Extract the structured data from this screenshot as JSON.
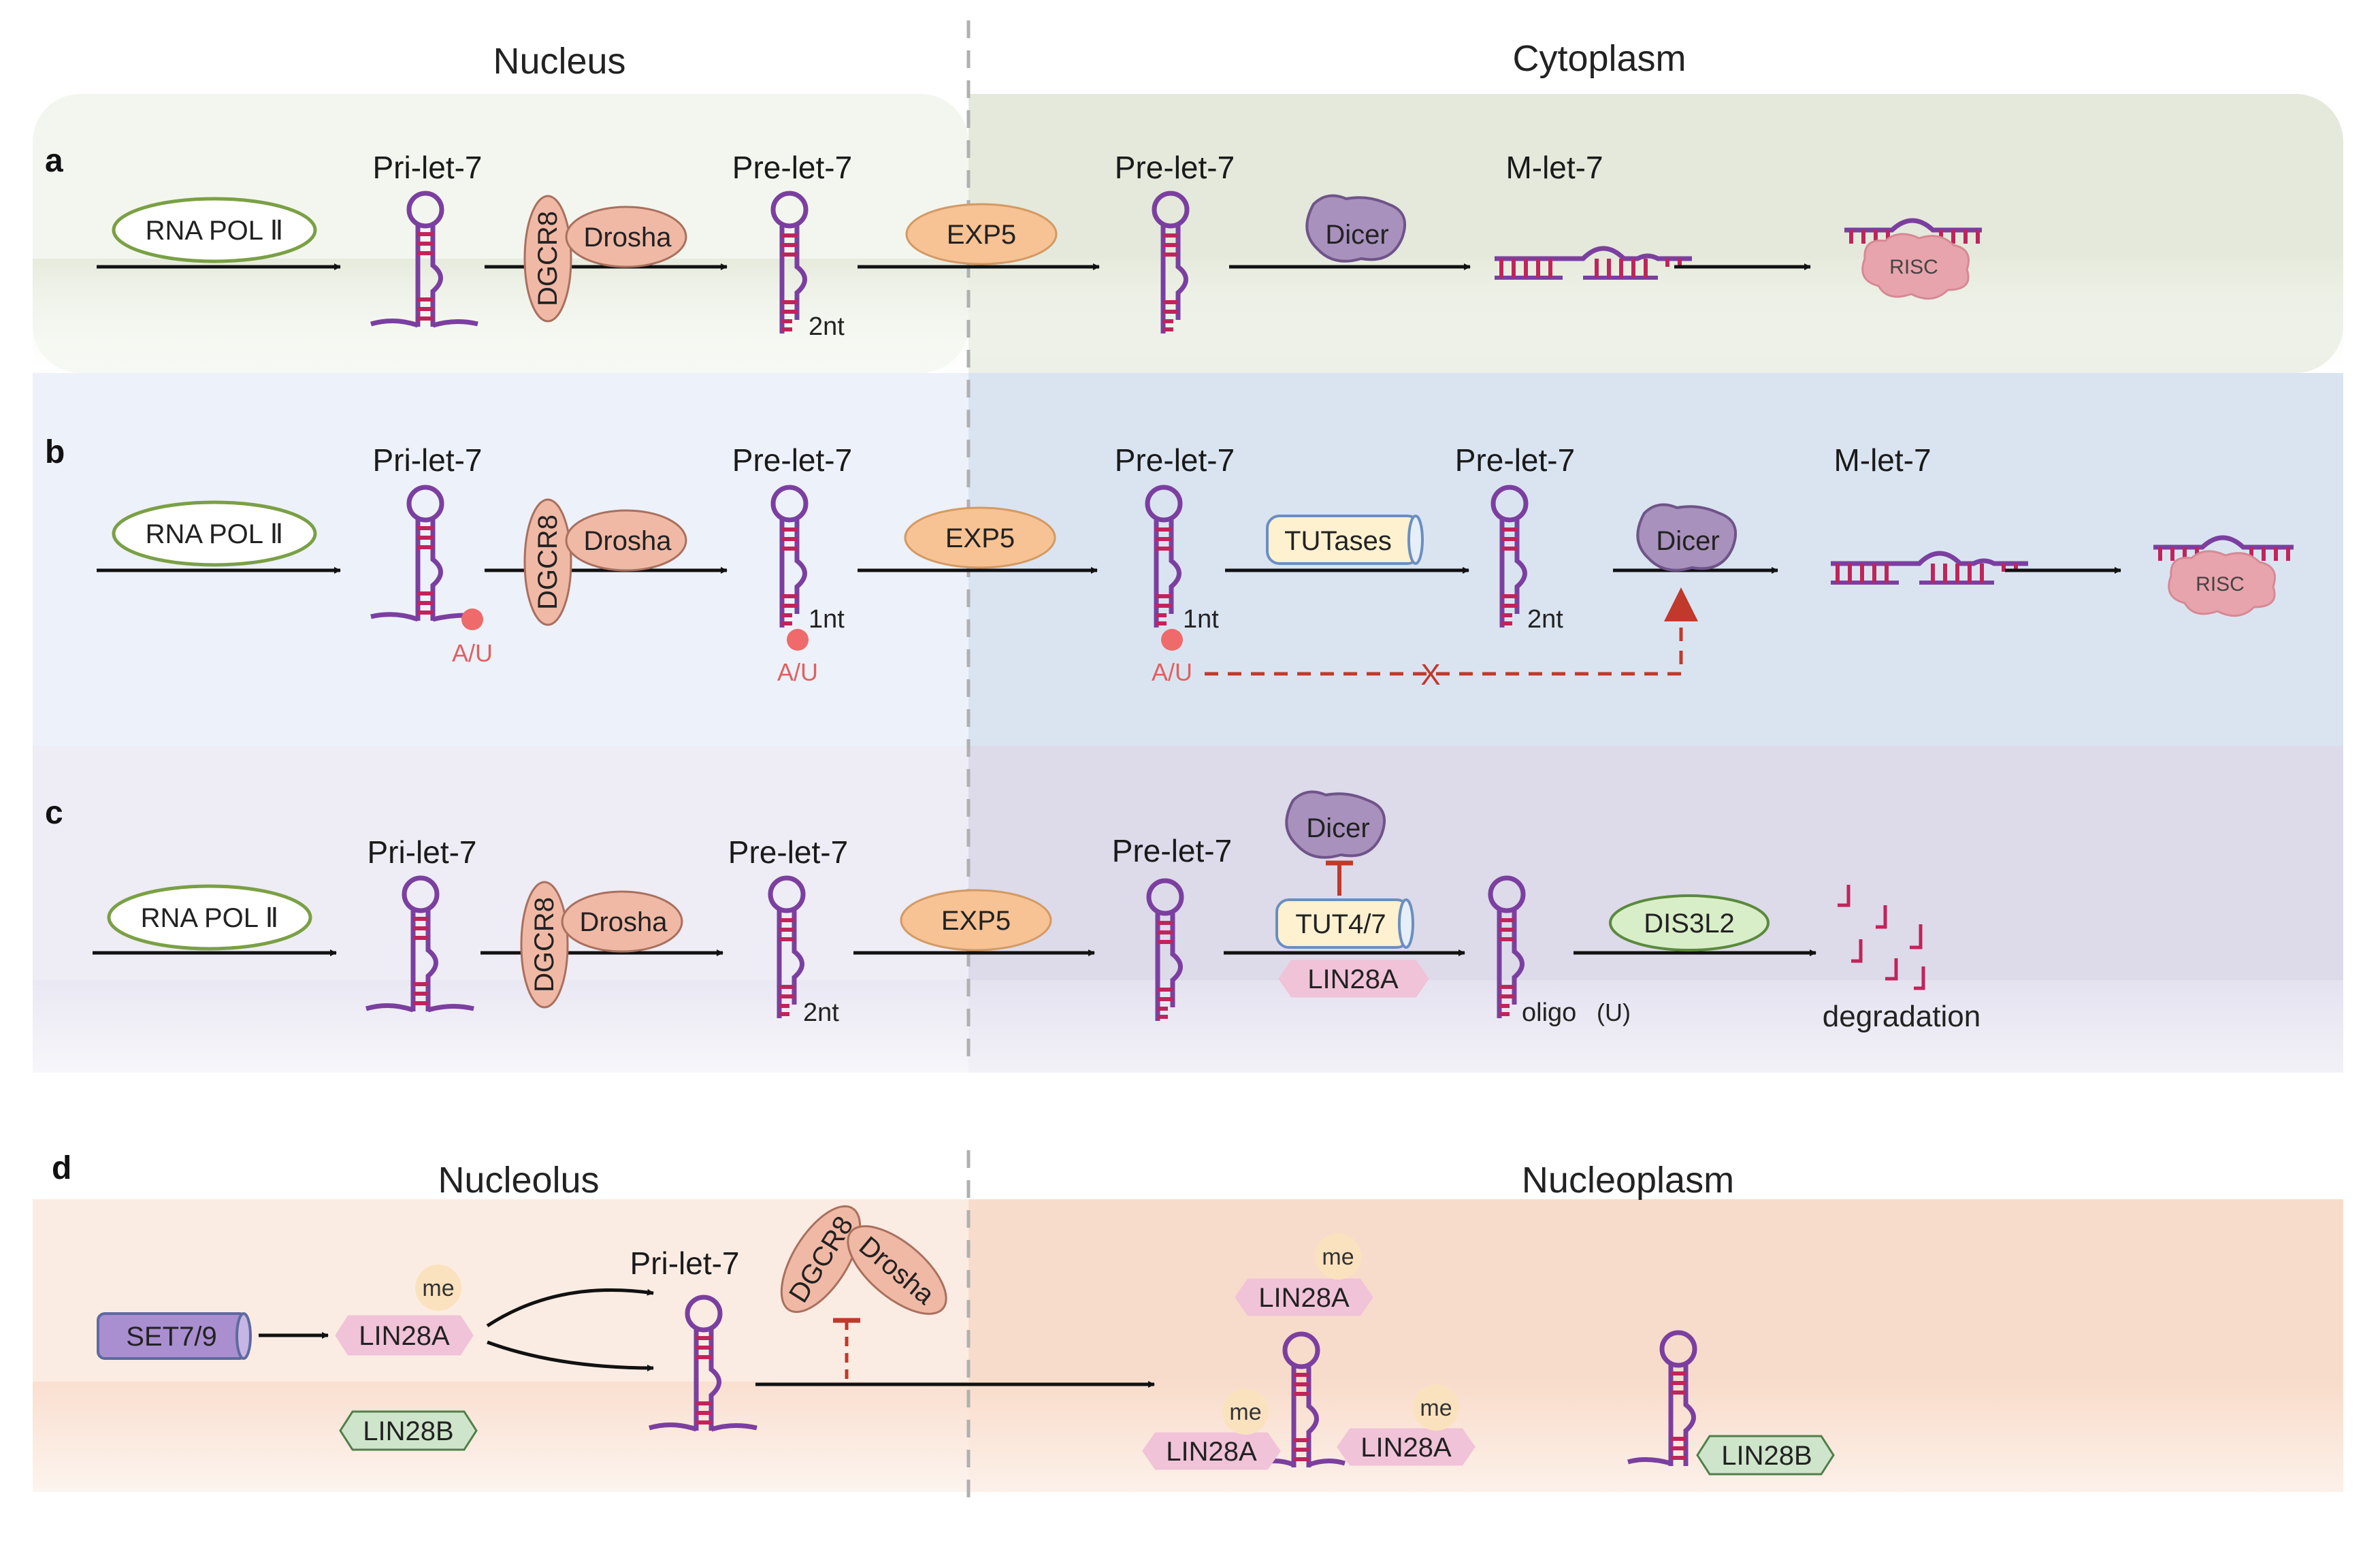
{
  "regions": {
    "nucleus": "Nucleus",
    "cytoplasm": "Cytoplasm",
    "nucleolus": "Nucleolus",
    "nucleoplasm": "Nucleoplasm"
  },
  "panels": {
    "a": {
      "letter": "a",
      "pol": "RNA POL Ⅱ",
      "pri": "Pri-let-7",
      "dgcr8": "DGCR8",
      "drosha": "Drosha",
      "pre1": "Pre-let-7",
      "nt": "2nt",
      "exp5": "EXP5",
      "pre2": "Pre-let-7",
      "dicer": "Dicer",
      "mature": "M-let-7",
      "risc": "RISC"
    },
    "b": {
      "letter": "b",
      "pol": "RNA POL Ⅱ",
      "pri": "Pri-let-7",
      "au1": "A/U",
      "dgcr8": "DGCR8",
      "drosha": "Drosha",
      "pre1": "Pre-let-7",
      "nt1": "1nt",
      "au2": "A/U",
      "exp5": "EXP5",
      "pre2": "Pre-let-7",
      "nt2": "1nt",
      "au3": "A/U",
      "tutases": "TUTases",
      "pre3": "Pre-let-7",
      "nt3": "2nt",
      "dicer": "Dicer",
      "mature": "M-let-7",
      "risc": "RISC",
      "block": "X"
    },
    "c": {
      "letter": "c",
      "pol": "RNA POL Ⅱ",
      "pri": "Pri-let-7",
      "dgcr8": "DGCR8",
      "drosha": "Drosha",
      "pre1": "Pre-let-7",
      "nt": "2nt",
      "exp5": "EXP5",
      "pre2": "Pre-let-7",
      "dicer": "Dicer",
      "tut": "TUT4/7",
      "lin28a": "LIN28A",
      "oligo": "oligo",
      "oligo_u": "(U)",
      "dis3l2": "DIS3L2",
      "degradation": "degradation"
    },
    "d": {
      "letter": "d",
      "set": "SET7/9",
      "lin28a": "LIN28A",
      "me": "me",
      "lin28b": "LIN28B",
      "pri": "Pri-let-7",
      "dgcr8": "DGCR8",
      "drosha": "Drosha",
      "lin28a_top": "LIN28A",
      "lin28a_left": "LIN28A",
      "lin28a_right": "LIN28A",
      "lin28b_right": "LIN28B"
    }
  },
  "colors": {
    "bg_a_left": "#f7f9f3",
    "bg_a_right": "#e4e8dc",
    "bg_b_left": "#eef1f9",
    "bg_b_right": "#dbe5f1",
    "bg_c_left": "#efedf6",
    "bg_c_right": "#dedbeb",
    "bg_d_left": "#fbeee6",
    "bg_d_right": "#f8dcca",
    "rna_loop": "#7b3fa0",
    "rna_stem": "#c0245a",
    "pol_border": "#7aa044",
    "protein_salmon": "#f0b9a6",
    "exp5": "#f7c294",
    "dicer": "#a891bd",
    "risc": "#e8a4ad",
    "tut": "#fdf1cf",
    "lin28a": "#f0c3d8",
    "lin28b": "#cfe5cb",
    "dis3l2": "#d8eec8",
    "set": "#a98ed0",
    "me": "#fbe2bf",
    "inhibit": "#c0392b",
    "au_dot": "#ef6a6a"
  }
}
